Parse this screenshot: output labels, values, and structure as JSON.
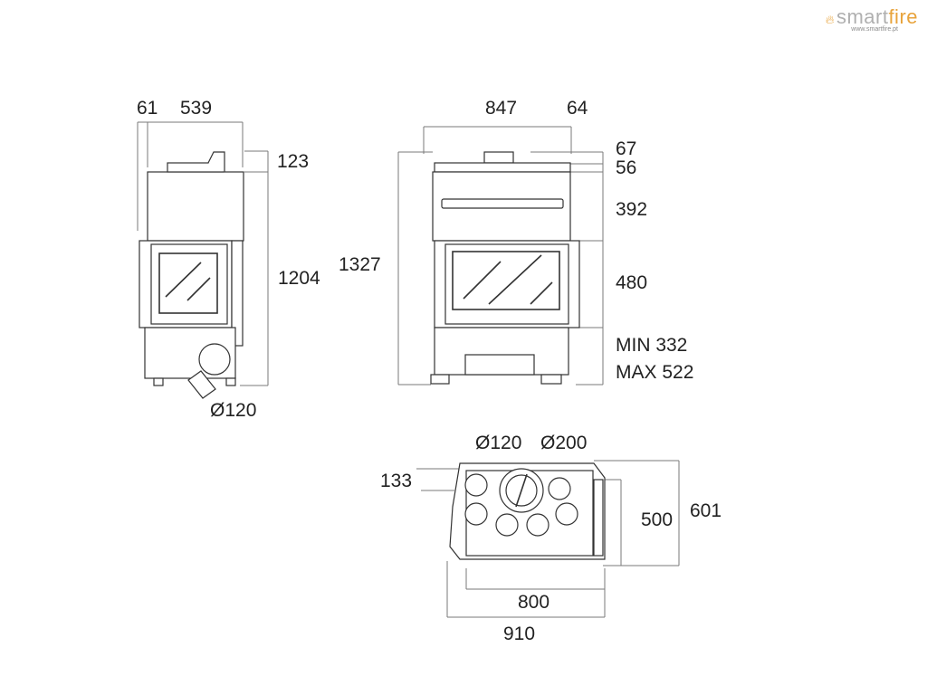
{
  "brand": {
    "name_part1": "smart",
    "name_part2": "fire",
    "url": "www.smartfire.pt",
    "accent_color": "#e8a33b",
    "text_color": "#b0b0b0"
  },
  "side_view": {
    "dim_top_left": "61",
    "dim_top_width": "539",
    "dim_top_height": "123",
    "dim_height": "1204",
    "dim_duct": "Ø120"
  },
  "front_view": {
    "dim_width": "847",
    "dim_right_offset": "64",
    "dim_total_height": "1327",
    "dim_collar": "67",
    "dim_top_gap": "56",
    "dim_upper": "392",
    "dim_glass": "480",
    "dim_base_min": "MIN 332",
    "dim_base_max": "MAX 522"
  },
  "top_view": {
    "dim_small_duct": "Ø120",
    "dim_large_duct": "Ø200",
    "dim_offset": "133",
    "dim_depth": "500",
    "dim_total_depth": "601",
    "dim_width": "800",
    "dim_total_width": "910"
  }
}
